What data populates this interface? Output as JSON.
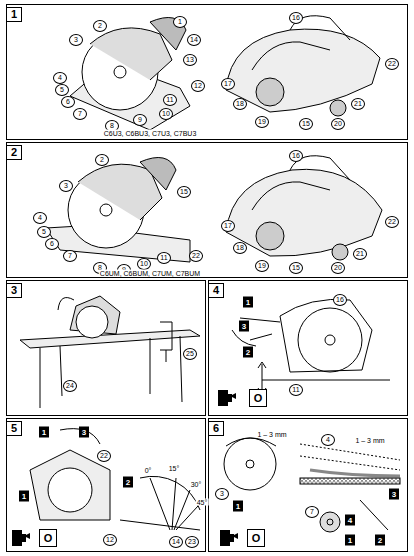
{
  "diagram": {
    "nodes": [
      {
        "text": [
          "1"
        ]
      },
      {
        "text": [
          "2"
        ]
      },
      {
        "text": [
          "3"
        ]
      },
      {
        "text": [
          "4"
        ]
      },
      {
        "text": [
          "5"
        ]
      },
      {
        "text": [
          "6"
        ]
      }
    ],
    "labels": [
      "1",
      "2",
      "3",
      "14",
      "13",
      "4",
      "5",
      "6",
      "12",
      "7",
      "11",
      "8",
      "9",
      "10",
      "C6U3, C6BU3, C7U3, C7BU3",
      "16",
      "17",
      "22",
      "18",
      "19",
      "15",
      "21",
      "20",
      "2",
      "3",
      "15",
      "4",
      "5",
      "6",
      "7",
      "8",
      "9",
      "10",
      "11",
      "22",
      "C6UM, C6BUM, C7UM, C7BUM",
      "16",
      "17",
      "22",
      "18",
      "19",
      "15",
      "21",
      "20",
      "24",
      "25",
      "16",
      "1",
      "3",
      "2",
      "11",
      "O",
      "1",
      "3",
      "22",
      "2",
      "0°",
      "15°",
      "30°",
      "45°",
      "1",
      "12",
      "14",
      "23",
      "O",
      "3",
      "1",
      "4",
      "1 – 3 mm",
      "1 – 3 mm",
      "3",
      "7",
      "4",
      "2",
      "1",
      "O"
    ]
  }
}
